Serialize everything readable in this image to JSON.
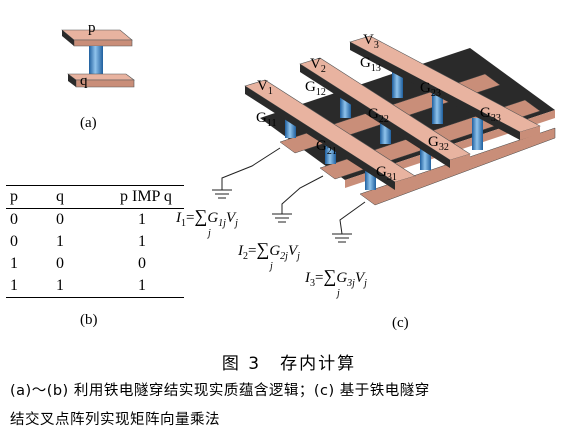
{
  "panel_a": {
    "top_terminal": "p",
    "bottom_terminal": "q",
    "label": "(a)"
  },
  "panel_b": {
    "label": "(b)",
    "headers": [
      "p",
      "q",
      "p IMP q"
    ],
    "rows": [
      [
        "0",
        "0",
        "1"
      ],
      [
        "0",
        "1",
        "1"
      ],
      [
        "1",
        "0",
        "0"
      ],
      [
        "1",
        "1",
        "1"
      ]
    ]
  },
  "panel_c": {
    "label": "(c)",
    "voltages": [
      {
        "name": "V",
        "sub": "1"
      },
      {
        "name": "V",
        "sub": "2"
      },
      {
        "name": "V",
        "sub": "3"
      }
    ],
    "conductances": [
      {
        "name": "G",
        "sub": "11"
      },
      {
        "name": "G",
        "sub": "12"
      },
      {
        "name": "G",
        "sub": "13"
      },
      {
        "name": "G",
        "sub": "21"
      },
      {
        "name": "G",
        "sub": "22"
      },
      {
        "name": "G",
        "sub": "23"
      },
      {
        "name": "G",
        "sub": "31"
      },
      {
        "name": "G",
        "sub": "32"
      },
      {
        "name": "G",
        "sub": "33"
      }
    ],
    "currents": [
      {
        "lhs": "I",
        "lhs_sub": "1",
        "sum_index": "j",
        "term": "G",
        "term_sub": "1j",
        "var": "V",
        "var_sub": "j"
      },
      {
        "lhs": "I",
        "lhs_sub": "2",
        "sum_index": "j",
        "term": "G",
        "term_sub": "2j",
        "var": "V",
        "var_sub": "j"
      },
      {
        "lhs": "I",
        "lhs_sub": "3",
        "sum_index": "j",
        "term": "G",
        "term_sub": "3j",
        "var": "V",
        "var_sub": "j"
      }
    ],
    "colors": {
      "electrode_top": "#e8b3a0",
      "electrode_side": "#c98e79",
      "electrode_dark": "#1a1a1a",
      "pillar": "#2b6fb0",
      "pillar_light": "#8fc3ec"
    }
  },
  "caption": {
    "title": "图 3　存内计算",
    "line1": "(a)～(b) 利用铁电隧穿结实现实质蕴含逻辑；(c) 基于铁电隧穿",
    "line2": "结交叉点阵列实现矩阵向量乘法"
  }
}
